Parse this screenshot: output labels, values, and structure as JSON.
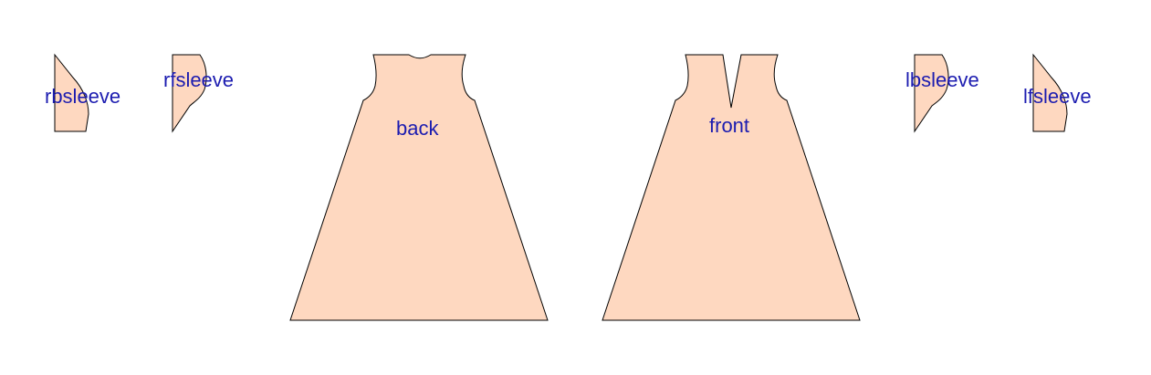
{
  "colors": {
    "fill": "#FED8C0",
    "stroke": "#000000",
    "label": "#1C1CB0",
    "background": "#FFFFFF"
  },
  "pieces": {
    "rbsleeve": {
      "label": "rbsleeve"
    },
    "rfsleeve": {
      "label": "rfsleeve"
    },
    "back": {
      "label": "back"
    },
    "front": {
      "label": "front"
    },
    "lbsleeve": {
      "label": "lbsleeve"
    },
    "lfsleeve": {
      "label": "lfsleeve"
    }
  }
}
